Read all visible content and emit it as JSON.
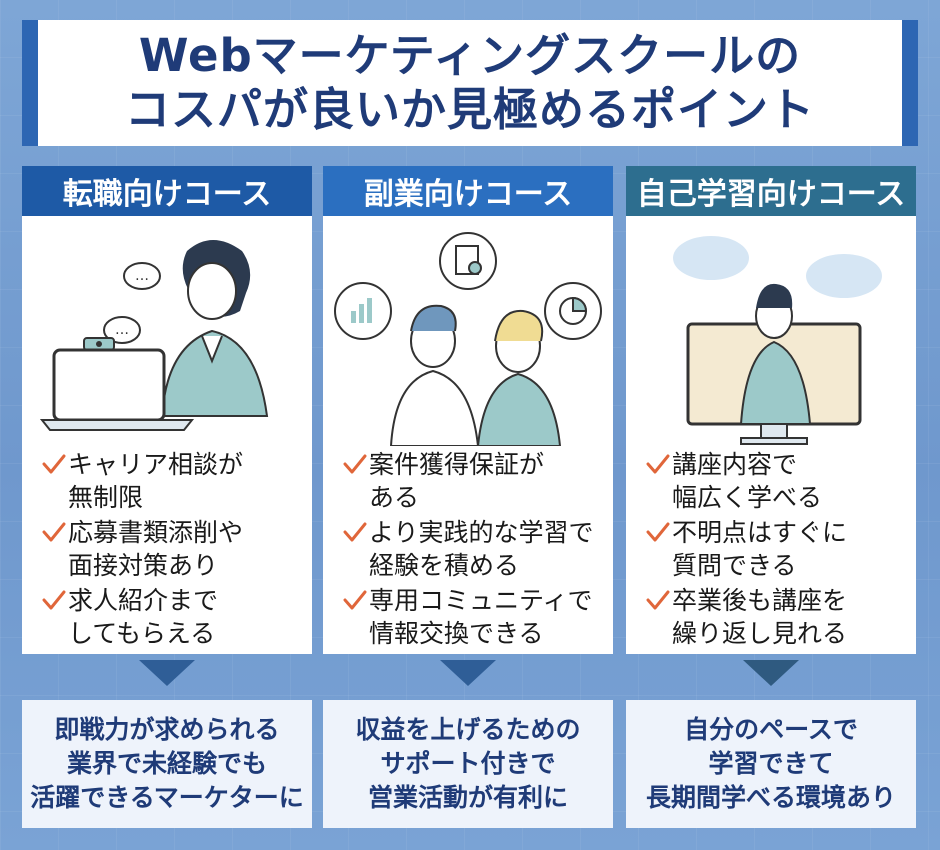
{
  "title": {
    "line1": "Webマーケティングスクールの",
    "line2": "コスパが良いか見極めるポイント"
  },
  "columns": [
    {
      "header": "転職向けコース",
      "points": [
        {
          "line1": "キャリア相談が",
          "line2": "無制限"
        },
        {
          "line1": "応募書類添削や",
          "line2": "面接対策あり"
        },
        {
          "line1": "求人紹介まで",
          "line2": "してもらえる"
        }
      ],
      "result": [
        "即戦力が求められる",
        "業界で未経験でも",
        "活躍できるマーケターに"
      ]
    },
    {
      "header": "副業向けコース",
      "points": [
        {
          "line1": "案件獲得保証が",
          "line2": "ある"
        },
        {
          "line1": "より実践的な学習で",
          "line2": "経験を積める"
        },
        {
          "line1": "専用コミュニティで",
          "line2": "情報交換できる"
        }
      ],
      "result": [
        "収益を上げるための",
        "サポート付きで",
        "営業活動が有利に"
      ]
    },
    {
      "header": "自己学習向けコース",
      "points": [
        {
          "line1": "講座内容で",
          "line2": "幅広く学べる"
        },
        {
          "line1": "不明点はすぐに",
          "line2": "質問できる"
        },
        {
          "line1": "卒業後も講座を",
          "line2": "繰り返し見れる"
        }
      ],
      "result": [
        "自分のペースで",
        "学習できて",
        "長期間学べる環境あり"
      ]
    }
  ],
  "colors": {
    "title_border": "#2d66b3",
    "title_text": "#1f3b78",
    "header_1": "#1e5aa6",
    "header_2": "#2b6fc0",
    "header_3": "#2d6e8f",
    "check": "#e0663a",
    "illustration_teal": "#9cc9c9"
  },
  "icons": [
    "check-icon",
    "speech-bubble-icon",
    "laptop-icon",
    "webcam-icon",
    "chart-icon",
    "document-icon",
    "pie-chart-icon",
    "monitor-icon",
    "arrow-down-icon"
  ]
}
